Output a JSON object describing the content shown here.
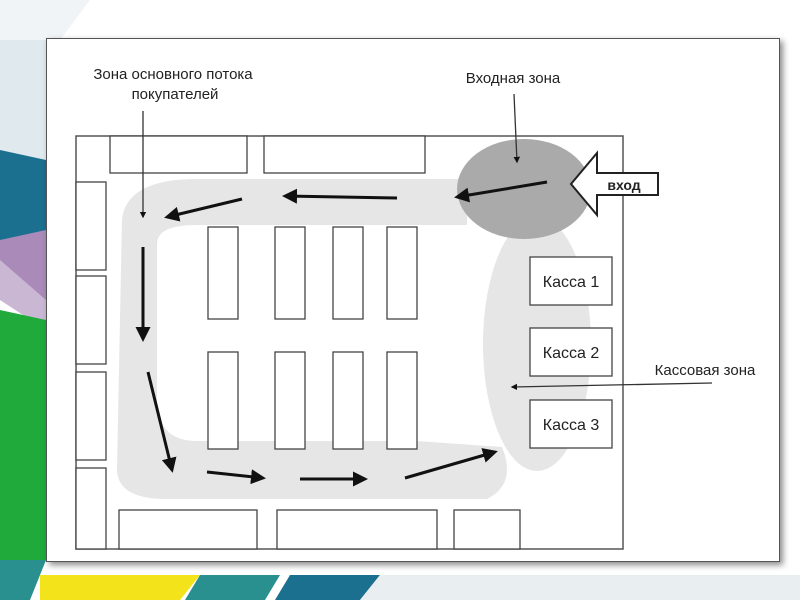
{
  "labels": {
    "flow_line1": "Зона основного потока",
    "flow_line2": "покупателей",
    "entrance_zone": "Входная зона",
    "entrance": "вход",
    "checkout_zone": "Кассовая зона"
  },
  "registers": [
    "Касса 1",
    "Касса 2",
    "Касса 3"
  ],
  "colors": {
    "flow_zone": "#e6e6e6",
    "entrance_zone": "#aaaaaa",
    "green": "#1faa3b",
    "purple": "#a98ab8",
    "blue": "#1b6f8f",
    "yellow": "#f2e31a",
    "teal": "#2a8f8f"
  }
}
